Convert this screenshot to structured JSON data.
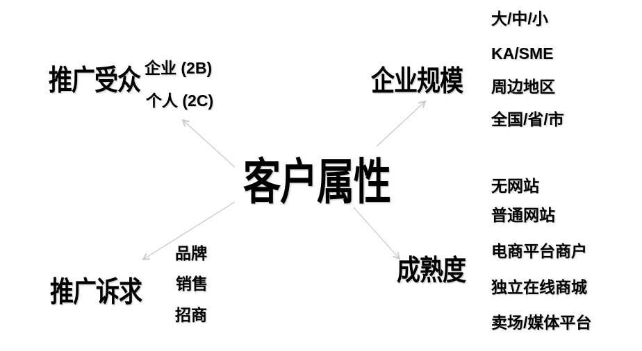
{
  "center": {
    "label": "客户属性"
  },
  "branches": {
    "audience": {
      "label": "推广受众",
      "children": [
        "企业 (2B)",
        "个人 (2C)"
      ]
    },
    "scale": {
      "label": "企业规模",
      "children": [
        "大/中/小",
        "KA/SME",
        "周边地区",
        "全国/省/市"
      ]
    },
    "demand": {
      "label": "推广诉求",
      "children": [
        "品牌",
        "销售",
        "招商"
      ]
    },
    "maturity": {
      "label": "成熟度",
      "children": [
        "无网站",
        "普通网站",
        "电商平台商户",
        "独立在线商城",
        "卖场/媒体平台"
      ]
    }
  },
  "colors": {
    "text": "#000000",
    "connector": "#c9c9c9",
    "background": "#ffffff"
  }
}
